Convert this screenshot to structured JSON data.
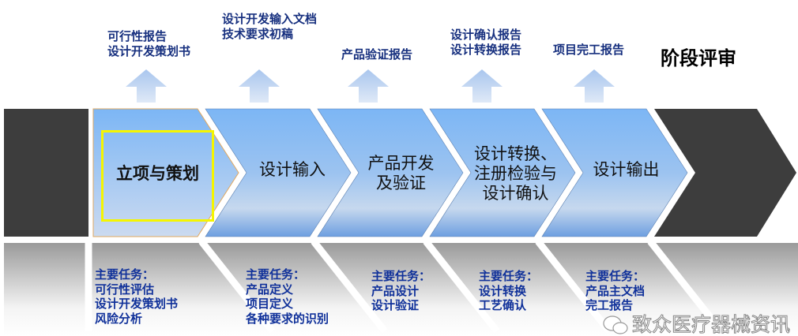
{
  "colors": {
    "chevron_top": "#7db7f5",
    "chevron_bottom": "#c9d9ee",
    "dark": "#3a3a3a",
    "task_text": "#10319a",
    "highlight": "#f5f500"
  },
  "deliverables": [
    {
      "lines": [
        "可行性报告",
        "设计开发策划书"
      ]
    },
    {
      "lines": [
        "设计开发输入文档",
        "技术要求初稿"
      ]
    },
    {
      "lines": [
        "产品验证报告"
      ]
    },
    {
      "lines": [
        "设计确认报告",
        "设计转换报告"
      ]
    },
    {
      "lines": [
        "项目完工报告"
      ]
    }
  ],
  "review_label": "阶段评审",
  "stages": [
    "立项与策划",
    "设计输入",
    "产品开发\n及验证",
    "设计转换、\n注册检验与\n设计确认",
    "设计输出"
  ],
  "tasks": [
    {
      "title": "主要任务：",
      "items": [
        "可行性评估",
        "设计开发策划书",
        "风险分析"
      ]
    },
    {
      "title": "主要任务：",
      "items": [
        "产品定义",
        "项目定义",
        "各种要求的识别"
      ]
    },
    {
      "title": "主要任务：",
      "items": [
        "产品设计",
        "设计验证"
      ]
    },
    {
      "title": "主要任务：",
      "items": [
        "设计转换",
        "工艺确认"
      ]
    },
    {
      "title": "主要任务：",
      "items": [
        "产品主文档",
        "完工报告"
      ]
    }
  ],
  "watermark": "致众医疗器械资讯"
}
